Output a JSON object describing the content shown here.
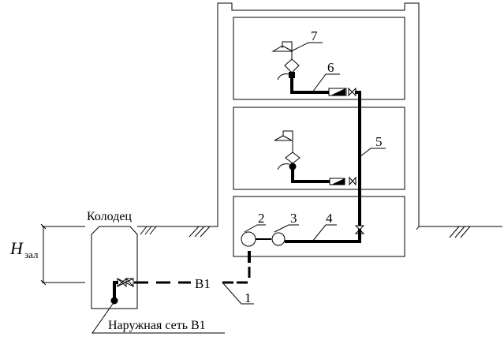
{
  "diagram": {
    "title": "Схема внутреннего водопровода здания",
    "labels": {
      "well": "Колодец",
      "external_network": "Наружная сеть В1",
      "pipe_code": "В1",
      "depth_symbol": "H",
      "depth_subscript": "зал"
    },
    "callouts": [
      {
        "id": "1",
        "text": "1"
      },
      {
        "id": "2",
        "text": "2"
      },
      {
        "id": "3",
        "text": "3"
      },
      {
        "id": "4",
        "text": "4"
      },
      {
        "id": "5",
        "text": "5"
      },
      {
        "id": "6",
        "text": "6"
      },
      {
        "id": "7",
        "text": "7"
      }
    ],
    "floors": [
      "floor-2",
      "floor-1",
      "basement"
    ],
    "colors": {
      "line": "#000000",
      "callout_number": "#000000",
      "background": "#ffffff"
    }
  }
}
